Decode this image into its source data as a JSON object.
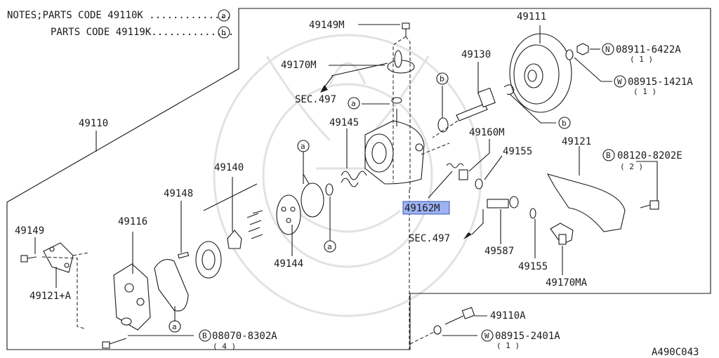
{
  "notes": {
    "line1": "NOTES;PARTS CODE 49110K ..............",
    "line1_marker": "a",
    "line2": "PARTS CODE 49119K..............",
    "line2_marker": "b"
  },
  "figure_code": "A490C043",
  "labels": {
    "p49149M": "49149M",
    "p49170M": "49170M",
    "sec497_top": "SEC.497",
    "p49145": "49145",
    "p49140": "49140",
    "p49148": "49148",
    "p49144": "49144",
    "p49116": "49116",
    "p49110": "49110",
    "p49149": "49149",
    "p49121A": "49121+A",
    "bolt_08070": "08070-8302A",
    "bolt_08070_qty": "( 4 )",
    "p49111": "49111",
    "p49130": "49130",
    "nut_08911": "08911-6422A",
    "nut_08911_qty": "( 1 )",
    "washer_08915_1421": "08915-1421A",
    "washer_08915_1421_qty": "( 1 )",
    "p49160M": "49160M",
    "p49155_top": "49155",
    "p49121": "49121",
    "bolt_08120": "08120-8202E",
    "bolt_08120_qty": "( 2 )",
    "p49162M": "49162M",
    "sec497_mid": "SEC.497",
    "p49587": "49587",
    "p49155_bot": "49155",
    "p49170MA": "49170MA",
    "p49110A": "49110A",
    "washer_08915_2401": "08915-2401A",
    "washer_08915_2401_qty": "( 1 )"
  },
  "markers": {
    "a": "a",
    "b": "b",
    "N": "N",
    "W": "W",
    "B": "B"
  },
  "colors": {
    "line": "#1a1a1a",
    "highlight": "#9db2f2",
    "watermark": "#e2e2e2"
  }
}
